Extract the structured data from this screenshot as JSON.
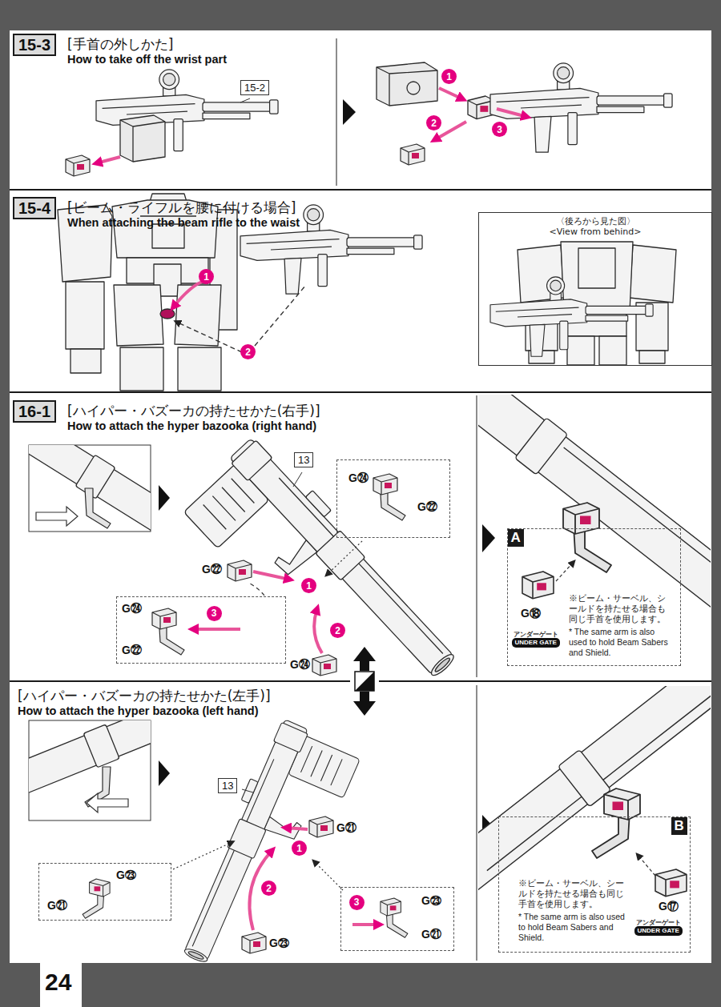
{
  "diagram": {
    "nodes": [
      {
        "text": [
          "15-3"
        ]
      },
      {
        "text": [
          "15-2"
        ]
      },
      {
        "text": [
          "1"
        ]
      },
      {
        "text": [
          "2"
        ]
      },
      {
        "text": [
          "3"
        ]
      },
      {
        "text": [
          "15-4"
        ]
      },
      {
        "text": [
          "1"
        ]
      },
      {
        "text": [
          "2"
        ]
      },
      {
        "text": [
          "〈後ろから見た図〉",
          "<View from behind>"
        ]
      },
      {
        "text": [
          "16-1"
        ]
      },
      {
        "text": [
          "13"
        ]
      },
      {
        "text": [
          "G㉔",
          "G㉒"
        ]
      },
      {
        "text": [
          "1"
        ]
      },
      {
        "text": [
          "G㉔",
          "G㉒"
        ]
      },
      {
        "text": [
          "3"
        ],
        "in": 13
      },
      {
        "text": [
          "2"
        ]
      },
      {
        "text": [
          "※ビーム・サーベル、シールドを持たせる場合も同じ手首を使用します。",
          "* The same arm is also used to hold Beam Sabers and Shield."
        ]
      },
      {
        "text": [
          "A"
        ],
        "in": 16
      },
      {
        "text": [
          "アンダーゲート",
          "UNDER GATE"
        ],
        "in": 16
      },
      {
        "text": [
          "13"
        ]
      },
      {
        "text": [
          "G㉓",
          "G㉑"
        ]
      },
      {
        "text": [
          "1"
        ]
      },
      {
        "text": [
          "2"
        ]
      },
      {
        "text": [
          "G㉓",
          "G㉑"
        ]
      },
      {
        "text": [
          "3"
        ],
        "in": 23
      },
      {
        "text": [
          "※ビーム・サーベル、シールドを持たせる場合も同じ手首を使用します。",
          "* The same arm is also used to hold Beam Sabers and Shield."
        ]
      },
      {
        "text": [
          "B"
        ],
        "in": 25
      },
      {
        "text": [
          "アンダーゲート",
          "UNDER GATE"
        ],
        "in": 25
      }
    ],
    "labels": [
      "[手首の外しかた]",
      "How to take off the wrist part",
      "[ビーム・ライフルを腰に付ける場合]",
      "When attaching the beam rifle to the waist",
      "[ハイパー・バズーカの持たせかた(右手)]",
      "How to attach the hyper bazooka (right hand)",
      "G㉒",
      "G㉔",
      "G⑱",
      "[ハイパー・バズーカの持たせかた(左手)]",
      "How to attach the hyper bazooka (left hand)",
      "G㉑",
      "G㉓",
      "G⑰",
      "24"
    ]
  }
}
